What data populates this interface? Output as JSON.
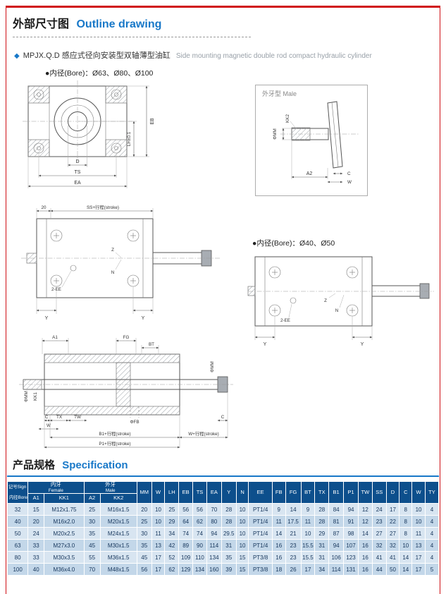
{
  "header": {
    "title_zh": "外部尺寸图",
    "title_en": "Outline drawing",
    "bullet": "◆",
    "product_zh": "MPJX.Q.D 感应式径向安装型双轴薄型油缸",
    "product_en": "Side mounting magnetic double rod compact hydraulic cylinder"
  },
  "notes": {
    "bore_large": "●内径(Bore)：Ø63、Ø80、Ø100",
    "bore_small": "●内径(Bore)：Ø40、Ø50"
  },
  "spec": {
    "title_zh": "产品规格",
    "title_en": "Specification"
  },
  "colors": {
    "frame_red": "#d01116",
    "accent_blue": "#1878c8",
    "table_header_blue": "#0d4f8c",
    "row_light": "#d8e5f1",
    "row_dark": "#c3d7e9"
  },
  "drawings": {
    "front_view": {
      "eb": "EB",
      "lh": "LH±0.1",
      "d": "D",
      "ts": "TS",
      "ea": "EA"
    },
    "male_box": {
      "title": "外牙型 Male",
      "phi_mm": "ΦMM",
      "kk2": "KK2",
      "a2": "A2",
      "c": "C",
      "w": "W"
    },
    "side_view_large": {
      "dim_20": "20",
      "ss_stroke": "SS+行程(stroke)",
      "z": "Z",
      "n": "N",
      "ee": "2-EE",
      "y_left": "Y",
      "y_right": "Y"
    },
    "side_view_small": {
      "ee": "2-EE",
      "z": "Z",
      "n": "N",
      "y_left": "Y",
      "y_right": "Y"
    },
    "section_view": {
      "a1": "A1",
      "fg": "FG",
      "bt": "BT",
      "phi_mm_left": "ΦMM",
      "kk1": "KK1",
      "c_left": "C",
      "tx": "TX",
      "tw": "TW",
      "phi_fb": "ΦFB",
      "w_left": "W",
      "b1_stroke": "B1+行程(stroke)",
      "p1_stroke": "P1+行程(stroke)",
      "w_stroke": "W+行程(stroke)",
      "phi_mm_right": "ΦMM",
      "c_right": "C"
    }
  },
  "table": {
    "corner": {
      "sign_zh": "记号",
      "sign_en": "Sign",
      "bore_zh": "内径",
      "bore_en": "Bore"
    },
    "group_female": {
      "zh": "内牙",
      "en": "Female"
    },
    "group_male": {
      "zh": "外牙",
      "en": "Male"
    },
    "sub_headers": [
      "A1",
      "KK1",
      "A2",
      "KK2"
    ],
    "columns": [
      "MM",
      "W",
      "LH",
      "EB",
      "TS",
      "EA",
      "Y",
      "N",
      "EE",
      "FB",
      "FG",
      "BT",
      "TX",
      "B1",
      "P1",
      "TW",
      "SS",
      "D",
      "C",
      "W",
      "TY"
    ],
    "rows": [
      {
        "bore": "32",
        "values": [
          "15",
          "M12x1.75",
          "25",
          "M16x1.5",
          "20",
          "10",
          "25",
          "56",
          "56",
          "70",
          "28",
          "10",
          "PT1/4",
          "9",
          "14",
          "9",
          "28",
          "84",
          "94",
          "12",
          "24",
          "17",
          "8",
          "10",
          "4"
        ]
      },
      {
        "bore": "40",
        "values": [
          "20",
          "M16x2.0",
          "30",
          "M20x1.5",
          "25",
          "10",
          "29",
          "64",
          "62",
          "80",
          "28",
          "10",
          "PT1/4",
          "11",
          "17.5",
          "11",
          "28",
          "81",
          "91",
          "12",
          "23",
          "22",
          "8",
          "10",
          "4"
        ]
      },
      {
        "bore": "50",
        "values": [
          "24",
          "M20x2.5",
          "35",
          "M24x1.5",
          "30",
          "11",
          "34",
          "74",
          "74",
          "94",
          "29.5",
          "10",
          "PT1/4",
          "14",
          "21",
          "10",
          "29",
          "87",
          "98",
          "14",
          "27",
          "27",
          "8",
          "11",
          "4"
        ]
      },
      {
        "bore": "63",
        "values": [
          "33",
          "M27x3.0",
          "45",
          "M30x1.5",
          "35",
          "13",
          "42",
          "89",
          "90",
          "114",
          "31",
          "10",
          "PT1/4",
          "16",
          "23",
          "15.5",
          "31",
          "94",
          "107",
          "16",
          "32",
          "32",
          "10",
          "13",
          "4"
        ]
      },
      {
        "bore": "80",
        "values": [
          "33",
          "M30x3.5",
          "55",
          "M36x1.5",
          "45",
          "17",
          "52",
          "109",
          "110",
          "134",
          "35",
          "15",
          "PT3/8",
          "16",
          "23",
          "15.5",
          "31",
          "106",
          "123",
          "16",
          "41",
          "41",
          "14",
          "17",
          "4"
        ]
      },
      {
        "bore": "100",
        "values": [
          "40",
          "M36x4.0",
          "70",
          "M48x1.5",
          "56",
          "17",
          "62",
          "129",
          "134",
          "160",
          "39",
          "15",
          "PT3/8",
          "18",
          "26",
          "17",
          "34",
          "114",
          "131",
          "16",
          "44",
          "50",
          "14",
          "17",
          "5"
        ]
      }
    ]
  }
}
